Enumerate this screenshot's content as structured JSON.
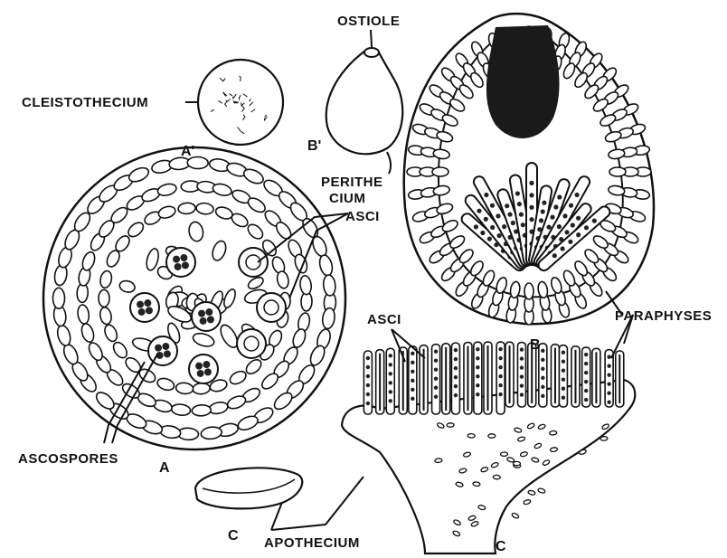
{
  "labels": {
    "cleistothecium": "CLEISTOTHECIUM",
    "ostiole": "OSTIOLE",
    "perithecium_1": "PERITHE",
    "perithecium_2": "CIUM",
    "asci_top": "ASCI",
    "asci_bottom": "ASCI",
    "paraphyses": "PARAPHYSES",
    "ascospores": "ASCOSPORES",
    "apothecium": "APOTHECIUM"
  },
  "letters": {
    "a_prime": "A'",
    "b_prime": "B'",
    "a": "A",
    "b": "B",
    "c_left": "C",
    "c_right": "C"
  },
  "colors": {
    "ink": "#111111",
    "paper": "#ffffff"
  }
}
